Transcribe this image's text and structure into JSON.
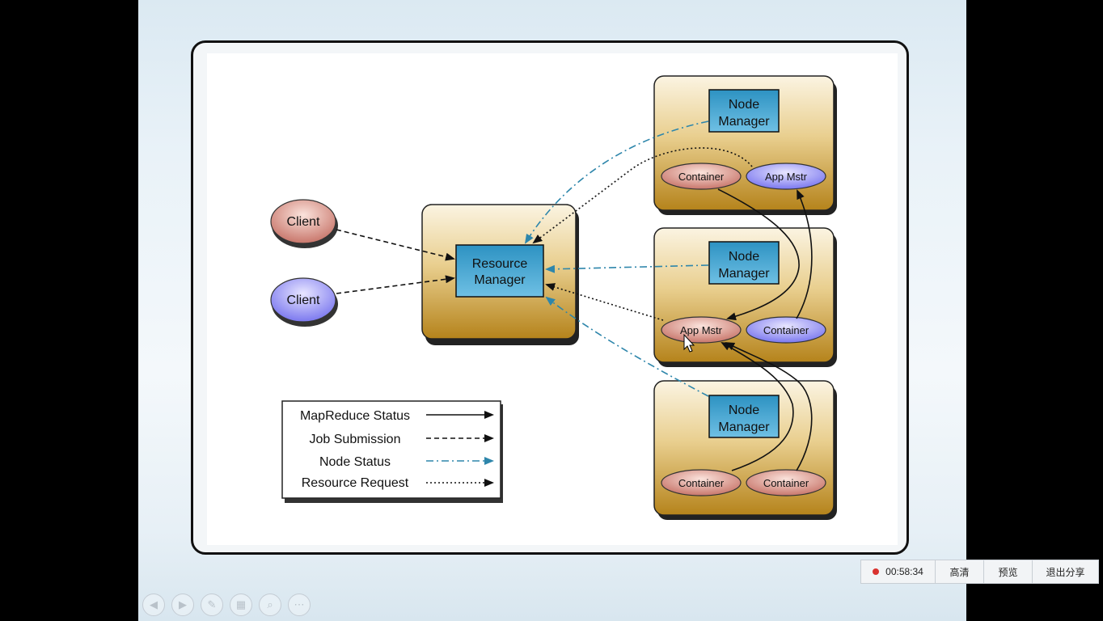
{
  "diagram": {
    "clients": [
      "Client",
      "Client"
    ],
    "resource_manager": {
      "line1": "Resource",
      "line2": "Manager"
    },
    "nodes": [
      {
        "nm_line1": "Node",
        "nm_line2": "Manager",
        "left": "Container",
        "right": "App Mstr"
      },
      {
        "nm_line1": "Node",
        "nm_line2": "Manager",
        "left": "App Mstr",
        "right": "Container"
      },
      {
        "nm_line1": "Node",
        "nm_line2": "Manager",
        "left": "Container",
        "right": "Container"
      }
    ],
    "legend": [
      {
        "label": "MapReduce Status",
        "style": "solid"
      },
      {
        "label": "Job Submission",
        "style": "dashed"
      },
      {
        "label": "Node Status",
        "style": "dashdot"
      },
      {
        "label": "Resource Request",
        "style": "dotted"
      }
    ],
    "colors": {
      "client_red": "#c97b72",
      "client_blue": "#7f7ef0",
      "node_box_top": "#f7ecd2",
      "node_box_bottom": "#b9861e",
      "manager_blue": "#3a9cc8",
      "node_status_line": "#2e86ab"
    }
  },
  "toolbar": {
    "icons": [
      "prev-icon",
      "next-icon",
      "pen-icon",
      "slides-icon",
      "zoom-icon",
      "more-icon"
    ]
  },
  "share_bar": {
    "timer": "00:58:34",
    "hd_label": "高清",
    "preview_label": "预览",
    "exit_label": "退出分享"
  }
}
